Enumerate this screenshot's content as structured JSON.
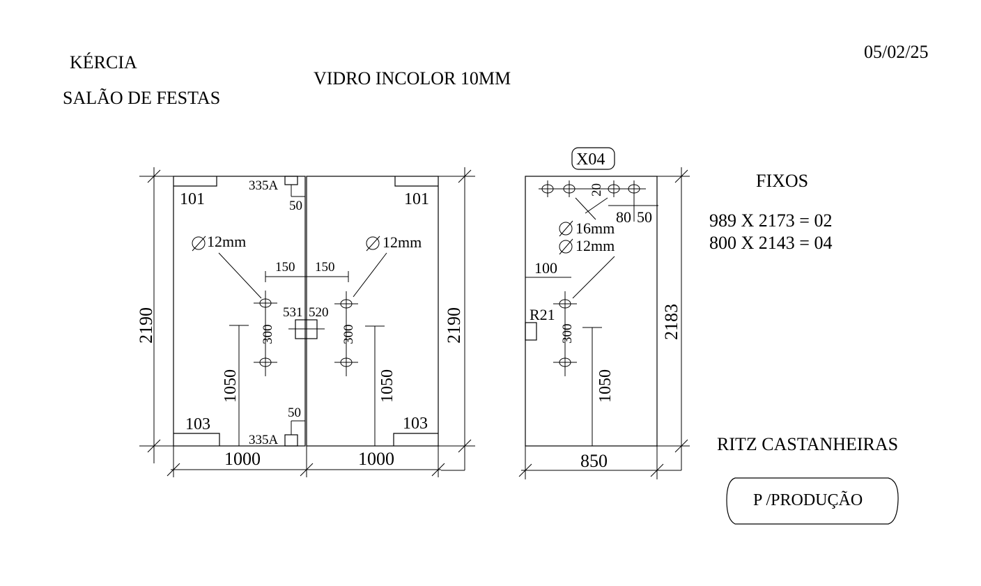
{
  "header": {
    "client": "KÉRCIA",
    "location": "SALÃO DE FESTAS",
    "material": "VIDRO INCOLOR 10MM",
    "date": "05/02/25"
  },
  "door_pair": {
    "height_label": "2190",
    "left_width": "1000",
    "right_width": "1000",
    "top_fitting": "101",
    "bottom_fitting": "103",
    "lock_fitting": "335A",
    "lock_offset": "50",
    "hole_diameter": "12mm",
    "hole_offset": "150",
    "hole_spacing": "300",
    "handle_height": "1050",
    "center_left": "531",
    "center_right": "520"
  },
  "fixed_panel": {
    "tag": "X04",
    "height_label": "2183",
    "width_label": "850",
    "top_offset": "20",
    "dim_80": "80",
    "dim_50": "50",
    "hole_16": "16mm",
    "hole_12": "12mm",
    "side_offset": "100",
    "radius_label": "R21",
    "hole_spacing": "300",
    "handle_height": "1050"
  },
  "fixos": {
    "title": "FIXOS",
    "lines": [
      "989 X 2173 = 02",
      "800 X 2143 = 04"
    ]
  },
  "footer": {
    "project": "RITZ CASTANHEIRAS",
    "action_label": "P /PRODUÇÃO"
  }
}
